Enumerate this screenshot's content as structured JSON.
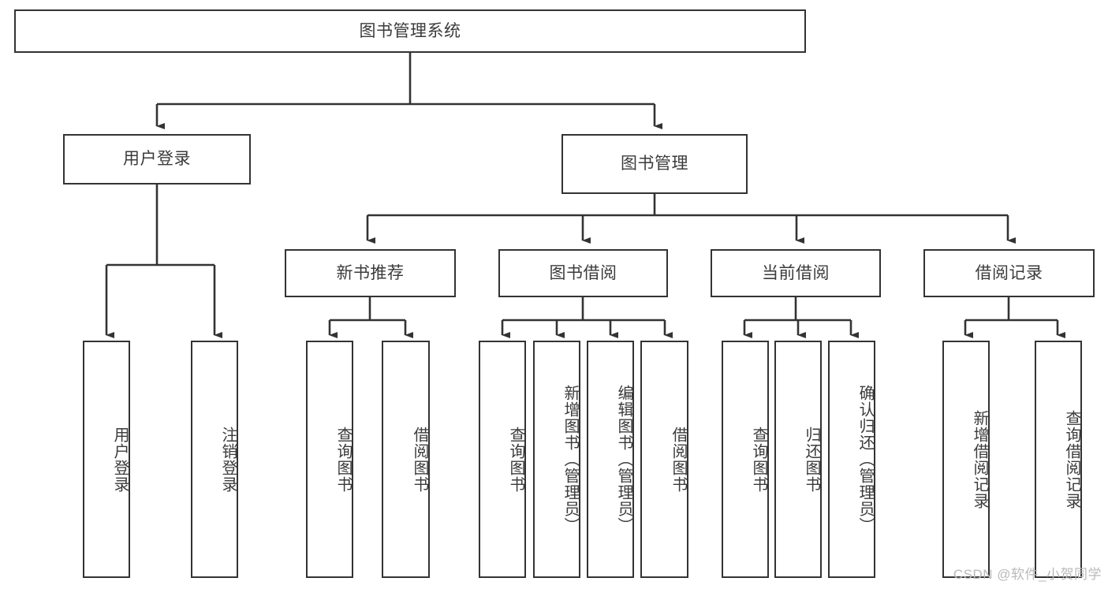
{
  "diagram": {
    "type": "tree",
    "title": "图书管理系统",
    "orientation": "top-down",
    "colors": {
      "background": "#ffffff",
      "box_border": "#333333",
      "box_fill": "#ffffff",
      "text": "#3b3b3b",
      "edge": "#333333",
      "watermark": "#b9b9b9"
    },
    "levels": {
      "root": "图书管理系统",
      "level2": [
        "用户登录",
        "图书管理"
      ],
      "level3": [
        "新书推荐",
        "图书借阅",
        "当前借阅",
        "借阅记录"
      ],
      "level4": [
        "用户登录",
        "注销登录",
        "查询图书",
        "借阅图书",
        "查询图书",
        "新增图书（管理员）",
        "编辑图书（管理员）",
        "借阅图书",
        "查询图书",
        "归还图书",
        "确认归还（管理员）",
        "新增借阅记录",
        "查询借阅记录"
      ]
    }
  },
  "root": {
    "label": "图书管理系统"
  },
  "branches": [
    {
      "label": "用户登录",
      "children": [
        {
          "label": "用户登录"
        },
        {
          "label": "注销登录"
        }
      ]
    },
    {
      "label": "图书管理",
      "groups": [
        {
          "label": "新书推荐",
          "children": [
            {
              "label": "查询图书"
            },
            {
              "label": "借阅图书"
            }
          ]
        },
        {
          "label": "图书借阅",
          "children": [
            {
              "label": "查询图书"
            },
            {
              "label": "新增图书（管理员）"
            },
            {
              "label": "编辑图书（管理员）"
            },
            {
              "label": "借阅图书"
            }
          ]
        },
        {
          "label": "当前借阅",
          "children": [
            {
              "label": "查询图书"
            },
            {
              "label": "归还图书"
            },
            {
              "label": "确认归还（管理员）"
            }
          ]
        },
        {
          "label": "借阅记录",
          "children": [
            {
              "label": "新增借阅记录"
            },
            {
              "label": "查询借阅记录"
            }
          ]
        }
      ]
    }
  ],
  "watermark": {
    "text": "CSDN @软件_小贺同学"
  }
}
